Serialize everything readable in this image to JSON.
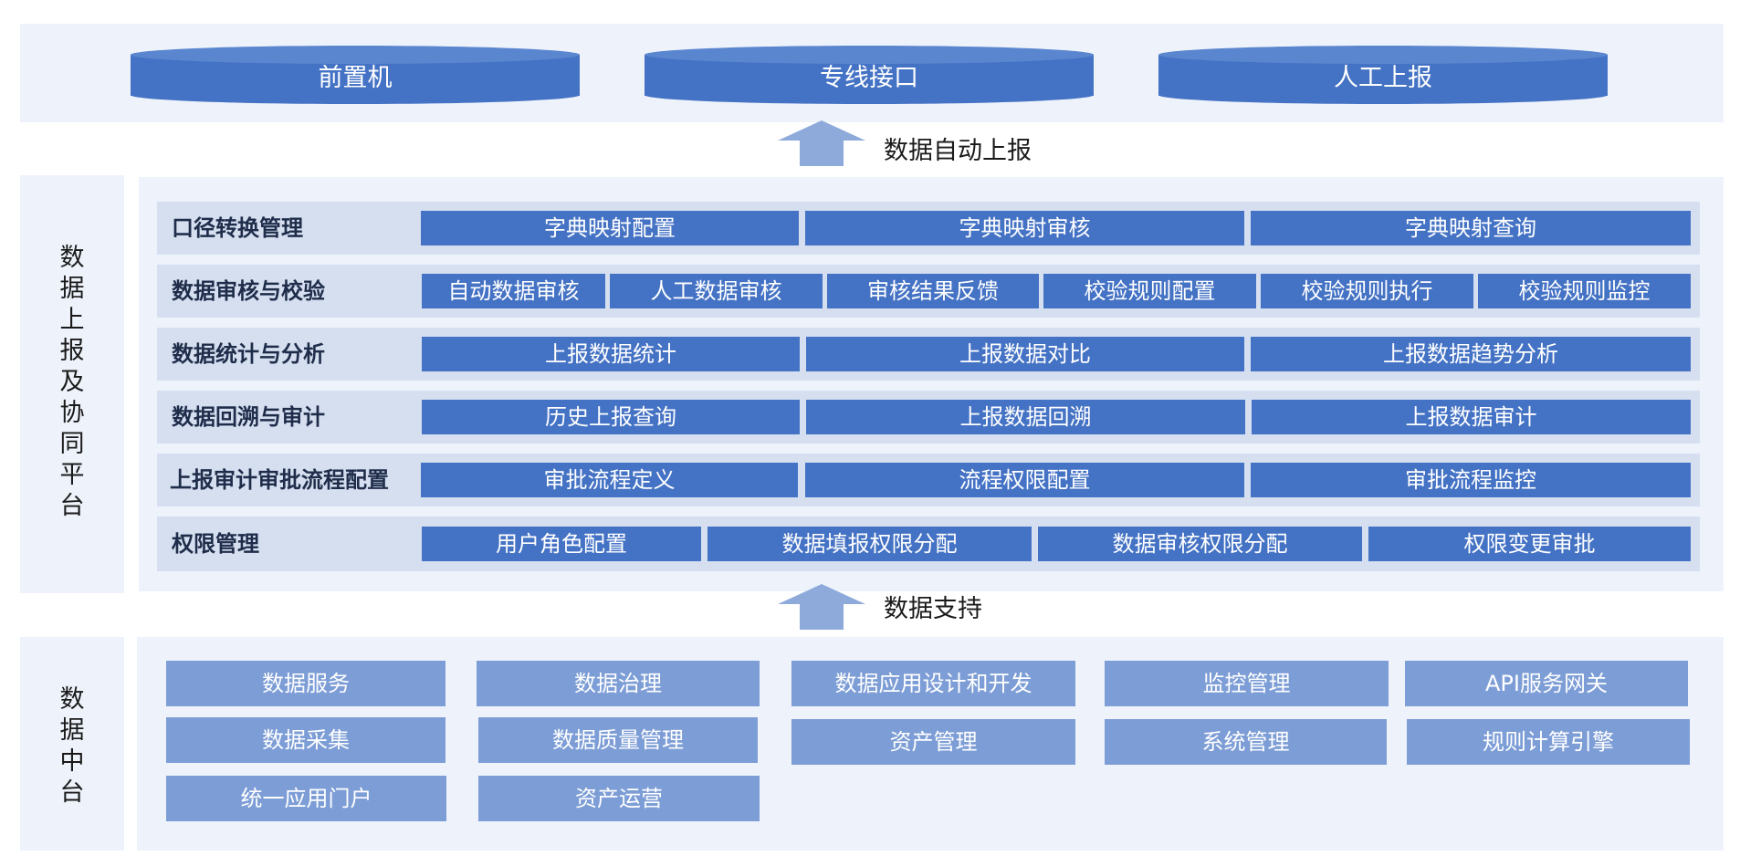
{
  "sources": [
    "前置机",
    "专线接口",
    "人工上报"
  ],
  "arrow_top_label": "数据自动上报",
  "arrow_bottom_label": "数据支持",
  "platform_side_label": [
    "数",
    "据",
    "上",
    "报",
    "及",
    "协",
    "同",
    "平",
    "台"
  ],
  "middle_side_label": [
    "数",
    "据",
    "中",
    "台"
  ],
  "rows": [
    {
      "label": "口径转换管理",
      "cells": [
        "字典映射配置",
        "字典映射审核",
        "字典映射查询"
      ]
    },
    {
      "label": "数据审核与校验",
      "cells": [
        "自动数据审核",
        "人工数据审核",
        "审核结果反馈",
        "校验规则配置",
        "校验规则执行",
        "校验规则监控"
      ]
    },
    {
      "label": "数据统计与分析",
      "cells": [
        "上报数据统计",
        "上报数据对比",
        "上报数据趋势分析"
      ]
    },
    {
      "label": "数据回溯与审计",
      "cells": [
        "历史上报查询",
        "上报数据回溯",
        "上报数据审计"
      ]
    },
    {
      "label": "上报审计审批流程配置",
      "cells": [
        "审批流程定义",
        "流程权限配置",
        "审批流程监控"
      ]
    },
    {
      "label": "权限管理",
      "cells": [
        "用户角色配置",
        "数据填报权限分配",
        "数据审核权限分配",
        "权限变更审批"
      ]
    }
  ],
  "middle_items": [
    "数据服务",
    "数据治理",
    "数据应用设计和开发",
    "监控管理",
    "API服务网关",
    "数据采集",
    "数据质量管理",
    "资产管理",
    "系统管理",
    "规则计算引擎",
    "统一应用门户",
    "资产运营"
  ],
  "colors": {
    "primary": "#4472c4",
    "light_block": "#7d9dd6",
    "panel_bg": "#eef3fb",
    "row_bg": "#d5dff0",
    "arrow": "#8eaadb"
  }
}
